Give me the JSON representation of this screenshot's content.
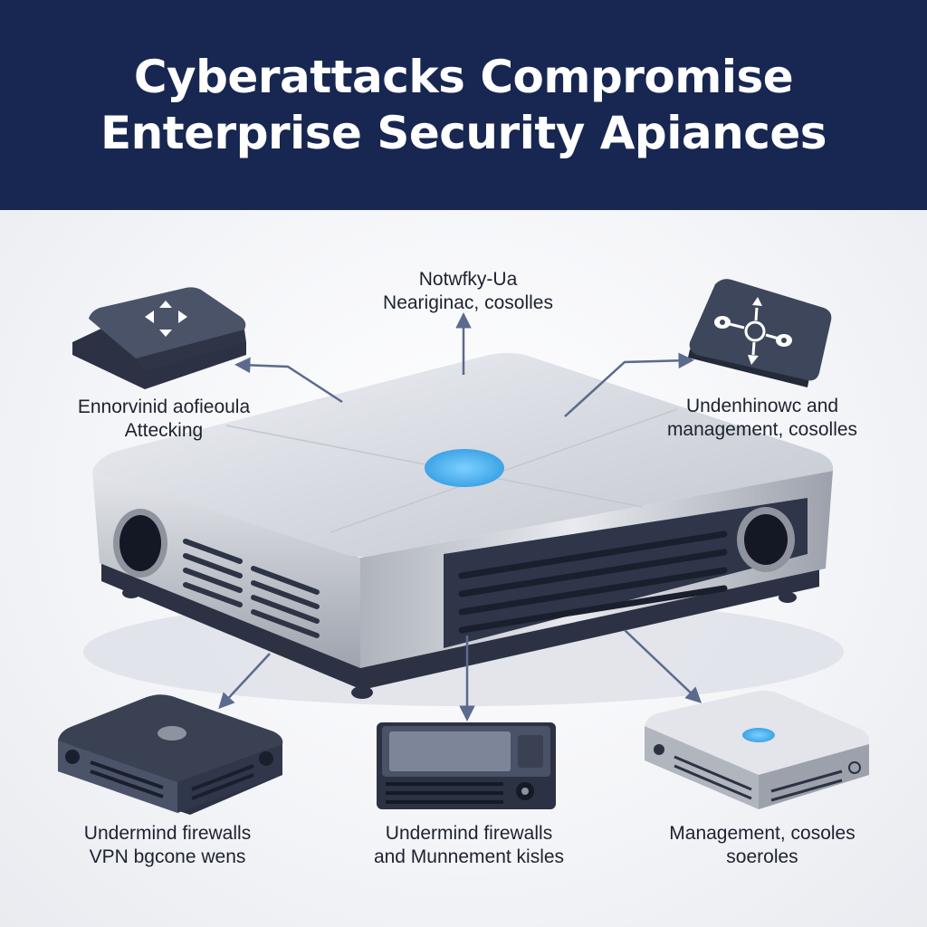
{
  "header": {
    "title_line1": "Cyberattacks Compromise",
    "title_line2": "Enterprise Security Apiances",
    "background": "#172751",
    "text_color": "#ffffff"
  },
  "colors": {
    "device_silver": "#c9ccd3",
    "device_dark": "#3a4153",
    "accent_light": "#4fb4ee",
    "arrow": "#5b6a8e"
  },
  "labels": {
    "top": {
      "line1": "Notwfky-Ua",
      "line2": "Neariginac, cosolles"
    },
    "left": {
      "line1": "Ennorvinid aofieoula",
      "line2": "Attecking"
    },
    "right": {
      "line1": "Undenhinowc and",
      "line2": "management, cosolles"
    },
    "bottom_left": {
      "line1": "Undermind firewalls",
      "line2": "VPN bgcone wens"
    },
    "bottom_center": {
      "line1": "Undermind firewalls",
      "line2": "and Munnement kisles"
    },
    "bottom_right": {
      "line1": "Management, cosoles",
      "line2": "soeroles"
    }
  },
  "icons": {
    "left_device": "move-arrows-icon",
    "right_device": "network-node-icon",
    "central_device": "security-appliance-icon",
    "bottom_left_device": "small-appliance-icon",
    "bottom_center_device": "console-appliance-icon",
    "bottom_right_device": "compact-appliance-icon"
  }
}
